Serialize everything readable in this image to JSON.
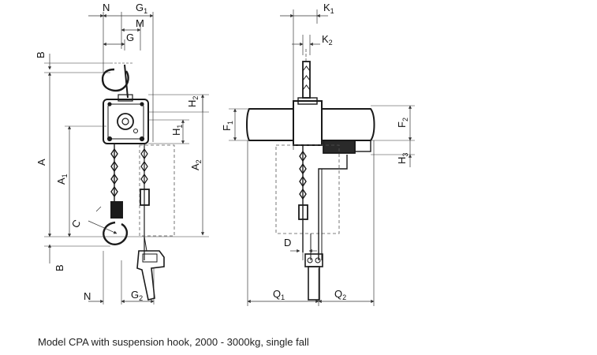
{
  "caption": "Model CPA with suspension hook, 2000 - 3000kg, single fall",
  "dimension_labels": {
    "N": {
      "main": "N",
      "sub": ""
    },
    "G1": {
      "main": "G",
      "sub": "1"
    },
    "M": {
      "main": "M",
      "sub": ""
    },
    "G": {
      "main": "G",
      "sub": ""
    },
    "B_top": {
      "main": "B",
      "sub": ""
    },
    "H2": {
      "main": "H",
      "sub": "2"
    },
    "H1": {
      "main": "H",
      "sub": "1"
    },
    "A": {
      "main": "A",
      "sub": ""
    },
    "A1": {
      "main": "A",
      "sub": "1"
    },
    "A2": {
      "main": "A",
      "sub": "2"
    },
    "C": {
      "main": "C",
      "sub": ""
    },
    "B_bottom": {
      "main": "B",
      "sub": ""
    },
    "N_bottom": {
      "main": "N",
      "sub": ""
    },
    "G2": {
      "main": "G",
      "sub": "2"
    },
    "K1": {
      "main": "K",
      "sub": "1"
    },
    "K2": {
      "main": "K",
      "sub": "2"
    },
    "F1": {
      "main": "F",
      "sub": "1"
    },
    "F2": {
      "main": "F",
      "sub": "2"
    },
    "H3": {
      "main": "H",
      "sub": "3"
    },
    "D": {
      "main": "D",
      "sub": ""
    },
    "Q1": {
      "main": "Q",
      "sub": "1"
    },
    "Q2": {
      "main": "Q",
      "sub": "2"
    }
  },
  "colors": {
    "line": "#1a1a1a",
    "dim": "#333333",
    "dash": "#555555"
  }
}
